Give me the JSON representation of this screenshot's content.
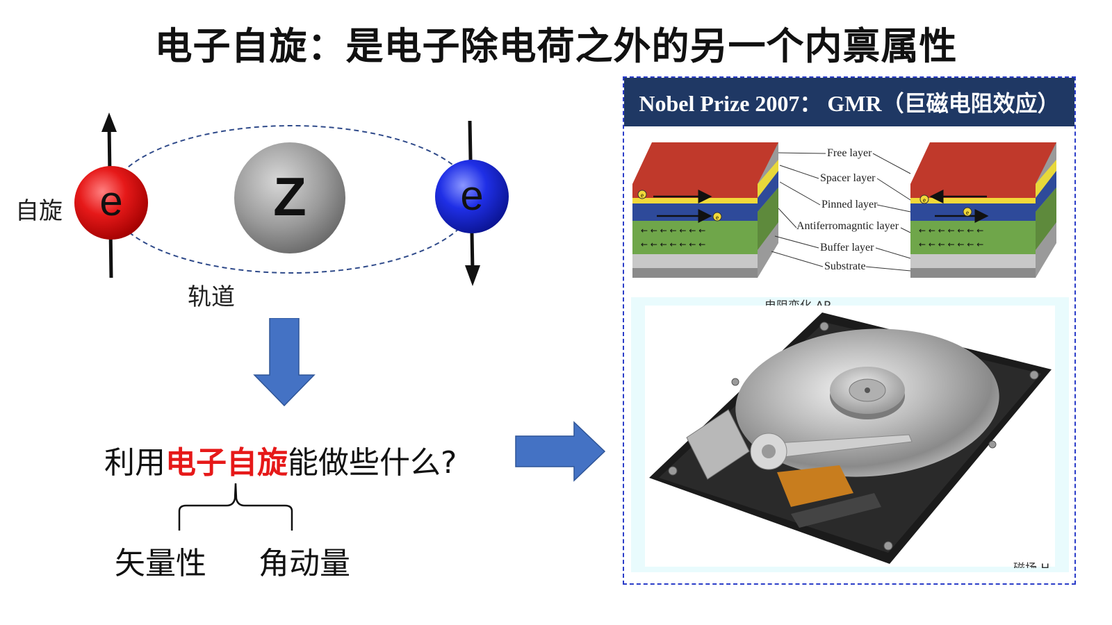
{
  "title": "电子自旋：是电子除电荷之外的另一个内禀属性",
  "atom": {
    "spin_label": "自旋",
    "orbit_label": "轨道",
    "nucleus_label": "Z",
    "electron_left_label": "e",
    "electron_right_label": "e"
  },
  "question": {
    "prefix": "利用",
    "highlight": "电子自旋",
    "suffix": "能做些什么?"
  },
  "branches": {
    "left": "矢量性",
    "right": "角动量"
  },
  "panel": {
    "banner": "Nobel Prize 2007： GMR（巨磁电阻效应）",
    "layers": [
      "Free layer",
      "Spacer layer",
      "Pinned layer",
      "Antiferromagntic layer",
      "Buffer layer",
      "Substrate"
    ],
    "electron_symbol": "e",
    "faint_top_text": "电阻变化 ΔR",
    "faint_bottom_text": "磁场 H"
  },
  "colors": {
    "electron_red": "#e61919",
    "electron_blue": "#1f2fe6",
    "arrow_blue": "#4472c4",
    "banner_bg": "#1f3864",
    "panel_border": "#2a3cc8"
  }
}
